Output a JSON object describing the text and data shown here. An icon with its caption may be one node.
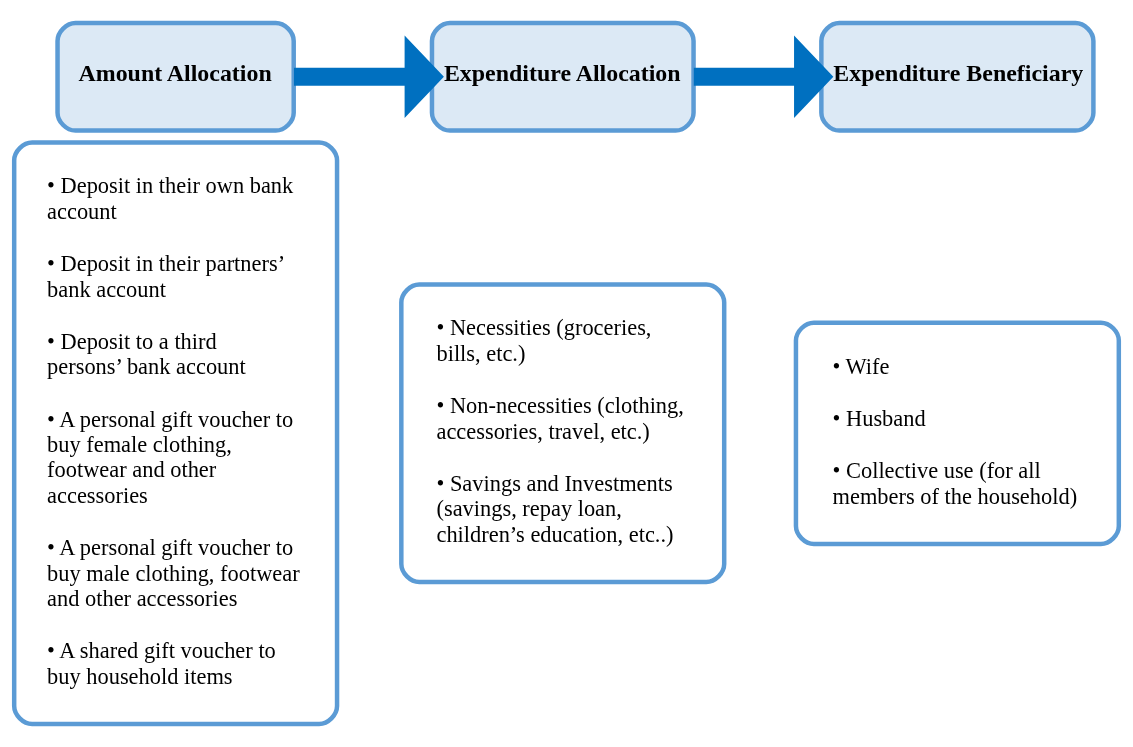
{
  "diagram": {
    "nodes": [
      {
        "text": [
          "Amount Allocation"
        ]
      },
      {
        "text": [
          "• Deposit in their own bank account",
          "• Deposit in their partners’ bank account",
          "• Deposit to a third persons’ bank account",
          "• A personal gift voucher to buy female clothing, footwear and other accessories",
          "• A personal gift voucher to buy male clothing, footwear and other accessories",
          "• A shared gift voucher to buy household items"
        ]
      },
      {
        "text": [
          "Expenditure Allocation"
        ]
      },
      {
        "text": [
          "• Necessities (groceries, bills, etc.)",
          "• Non-necessities (clothing, accessories, travel, etc.)",
          "• Savings and Investments (savings, repay loan, children’s education, etc..)"
        ]
      },
      {
        "text": [
          "Expenditure Beneficiary"
        ]
      },
      {
        "text": [
          "• Wife",
          "• Husband",
          "• Collective use (for all members of the household)"
        ]
      }
    ],
    "edges": [
      {
        "from": 0,
        "to": 2,
        "arrow": "to"
      },
      {
        "from": 2,
        "to": 4,
        "arrow": "to"
      }
    ]
  }
}
